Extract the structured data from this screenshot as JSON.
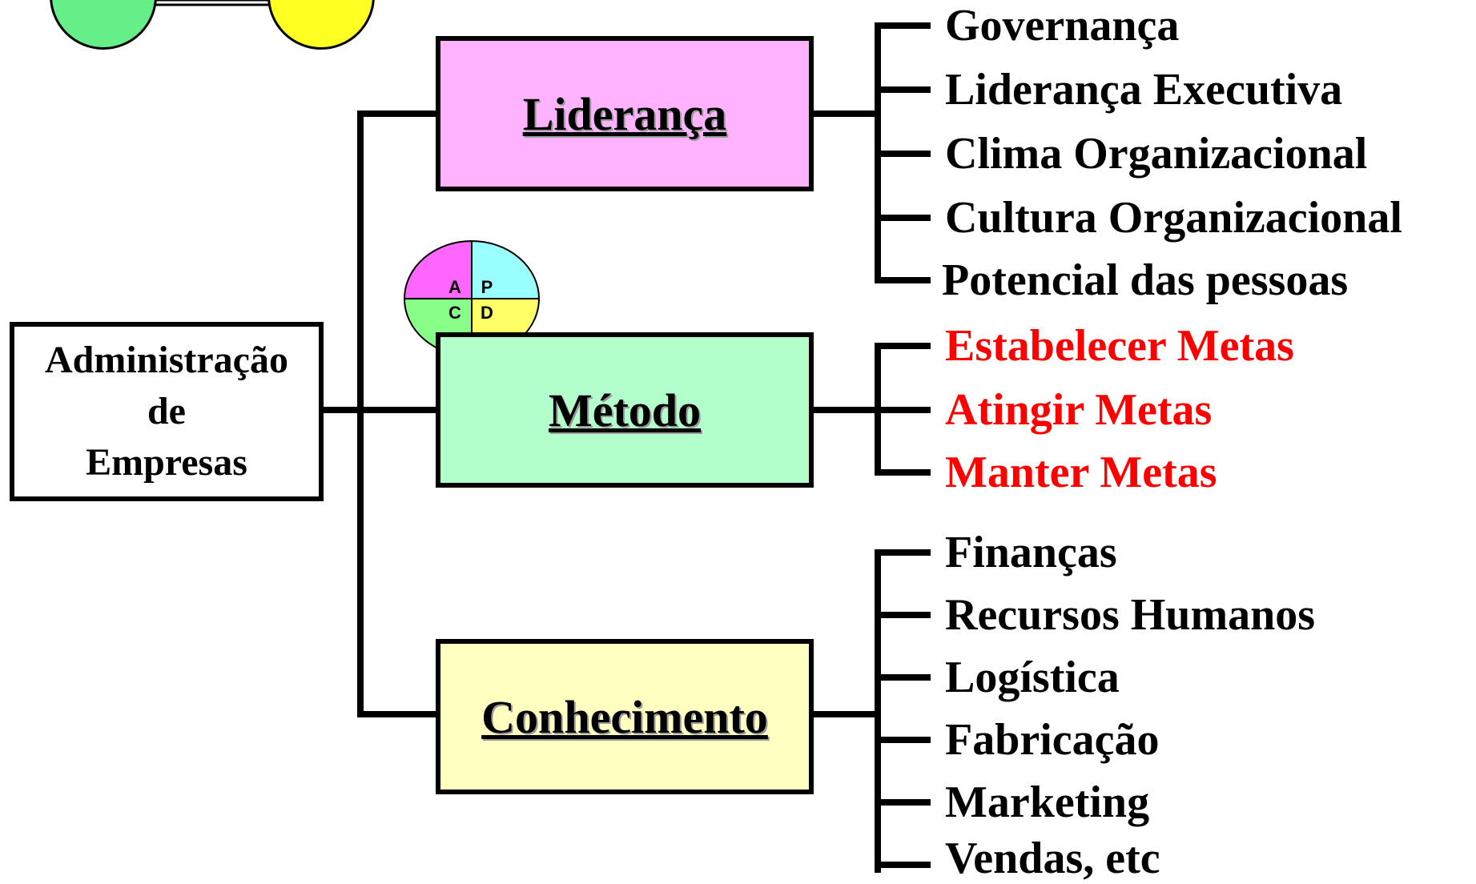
{
  "root": {
    "lines": [
      "Administração",
      "de",
      "Empresas"
    ]
  },
  "categories": [
    {
      "label": "Liderança",
      "fill": "#ffb3ff",
      "items": [
        "Governança",
        "Liderança Executiva",
        "Clima Organizacional",
        "Cultura Organizacional",
        "Potencial das pessoas"
      ],
      "item_color": "#000000"
    },
    {
      "label": "Método",
      "fill": "#b3ffcc",
      "items": [
        "Estabelecer Metas",
        "Atingir Metas",
        "Manter Metas"
      ],
      "item_color": "#ff0000"
    },
    {
      "label": "Conhecimento",
      "fill": "#ffffc0",
      "items": [
        "Finanças",
        "Recursos Humanos",
        "Logística",
        "Fabricação",
        "Marketing",
        "Vendas, etc"
      ],
      "item_color": "#000000"
    }
  ],
  "pdca": {
    "quadrants": [
      {
        "letter": "A",
        "color": "#ff66ff"
      },
      {
        "letter": "P",
        "color": "#99ffff"
      },
      {
        "letter": "C",
        "color": "#88ff88"
      },
      {
        "letter": "D",
        "color": "#ffff66"
      }
    ]
  },
  "molecule": {
    "left_color": "#66ee88",
    "right_color": "#ffff22"
  }
}
